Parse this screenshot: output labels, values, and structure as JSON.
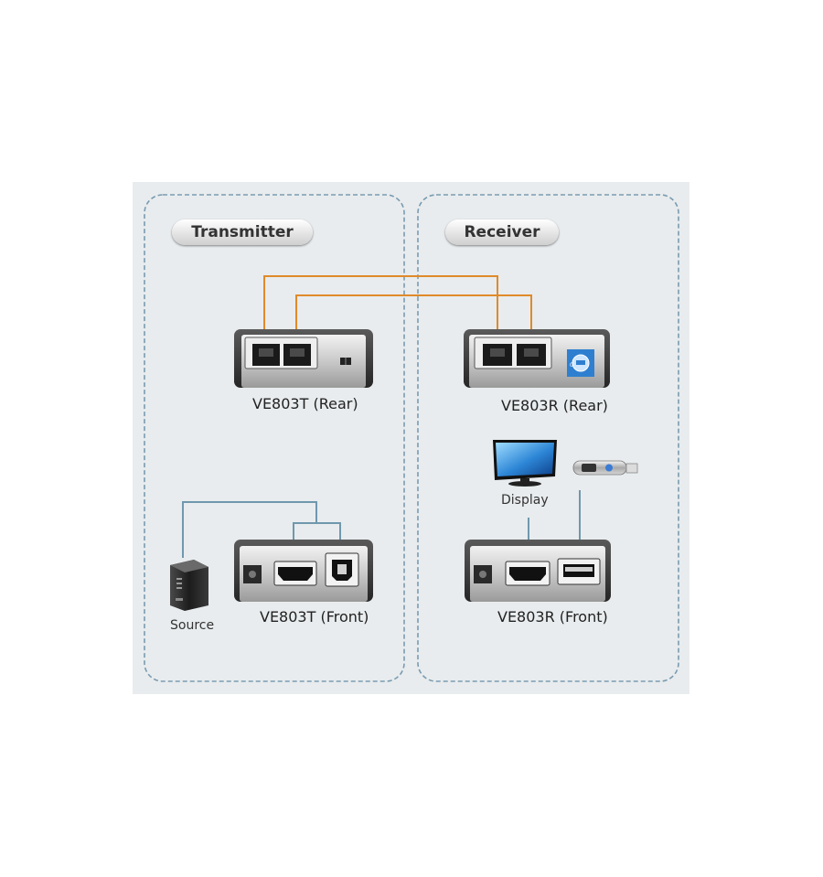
{
  "transmitter": {
    "heading": "Transmitter",
    "rear_label": "VE803T (Rear)",
    "front_label": "VE803T (Front)",
    "source_label": "Source"
  },
  "receiver": {
    "heading": "Receiver",
    "rear_label": "VE803R (Rear)",
    "front_label": "VE803R (Front)",
    "display_label": "Display",
    "dial_value": "0"
  },
  "colors": {
    "panel_bg": "#e8ecee",
    "dashed_border": "#7a9bb0",
    "cat5_cable": "#e08a2a",
    "video_usb_cable": "#6f98ad",
    "device_body": "#3c3c3c"
  }
}
